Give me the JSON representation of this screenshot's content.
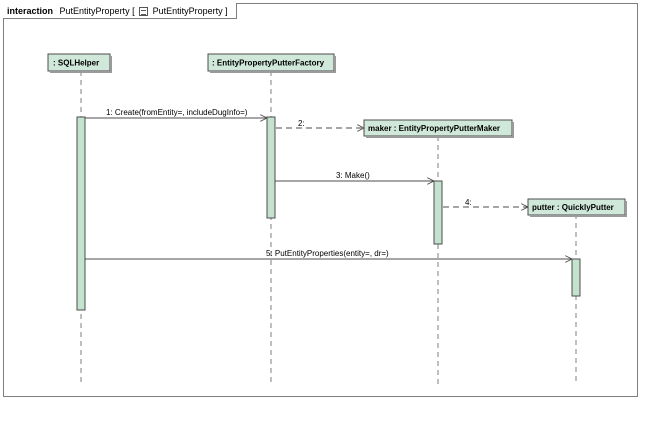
{
  "frame": {
    "keyword": "interaction",
    "name": "PutEntityProperty",
    "open_bracket": "[",
    "icon": "interaction-frame-icon",
    "ref_name": "PutEntityProperty",
    "close_bracket": "]"
  },
  "lifelines": [
    {
      "id": "sqlhelper",
      "label": ": SQLHelper"
    },
    {
      "id": "factory",
      "label": ": EntityPropertyPutterFactory"
    },
    {
      "id": "maker",
      "label": "maker : EntityPropertyPutterMaker"
    },
    {
      "id": "putter",
      "label": "putter : QuicklyPutter"
    }
  ],
  "messages": [
    {
      "number": "1",
      "label": "1: Create(fromEntity=, includeDugInfo=)",
      "from": "sqlhelper",
      "to": "factory",
      "kind": "sync"
    },
    {
      "number": "2",
      "label": "2:",
      "from": "factory",
      "to": "maker",
      "kind": "create"
    },
    {
      "number": "3",
      "label": "3: Make()",
      "from": "factory",
      "to": "maker",
      "kind": "sync"
    },
    {
      "number": "4",
      "label": "4:",
      "from": "maker",
      "to": "putter",
      "kind": "create"
    },
    {
      "number": "5",
      "label": "5: PutEntityProperties(entity=, dr=)",
      "from": "sqlhelper",
      "to": "putter",
      "kind": "sync"
    }
  ],
  "colors": {
    "lifeline_fill": "#cfe8d9",
    "activation_fill": "#c3e3cf",
    "stroke": "#4d4d4d",
    "frame_border": "#7f7f7f"
  }
}
